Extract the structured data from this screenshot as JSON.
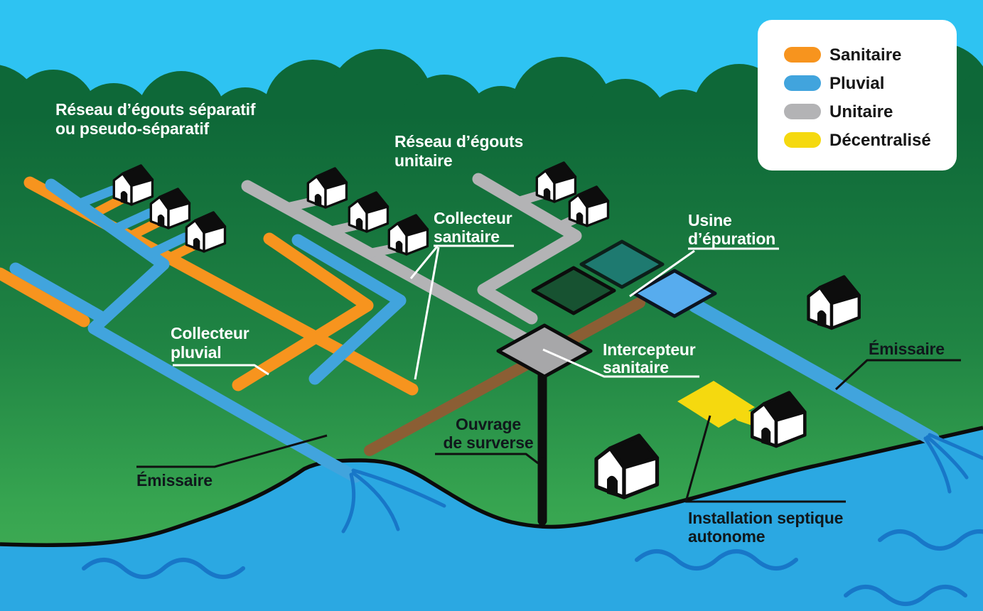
{
  "legend": {
    "items": [
      {
        "label": "Sanitaire",
        "color": "#F7941E"
      },
      {
        "label": "Pluvial",
        "color": "#41A4DD"
      },
      {
        "label": "Unitaire",
        "color": "#B3B3B5"
      },
      {
        "label": "Décentralisé",
        "color": "#F5D90F"
      }
    ]
  },
  "labels": {
    "reseau_separatif_l1": "Réseau d’égouts séparatif",
    "reseau_separatif_l2": "ou pseudo-séparatif",
    "reseau_unitaire_l1": "Réseau d’égouts",
    "reseau_unitaire_l2": "unitaire",
    "collecteur_sanitaire_l1": "Collecteur",
    "collecteur_sanitaire_l2": "sanitaire",
    "collecteur_pluvial_l1": "Collecteur",
    "collecteur_pluvial_l2": "pluvial",
    "usine_l1": "Usine",
    "usine_l2": "d’épuration",
    "intercepteur_l1": "Intercepteur",
    "intercepteur_l2": "sanitaire",
    "emissaire_left": "Émissaire",
    "emissaire_right": "Émissaire",
    "ouvrage_l1": "Ouvrage",
    "ouvrage_l2": "de surverse",
    "installation_l1": "Installation septique",
    "installation_l2": "autonome"
  },
  "colors": {
    "sky": "#2EC3F2",
    "trees_and_upper_land": "#0E6838",
    "lower_land": "#46B156",
    "water": "#2BA8E2",
    "wave": "#1877C8",
    "sanitaire_pipe": "#F7941E",
    "pluvial_pipe": "#41A4DD",
    "unitaire_pipe": "#B3B3B5",
    "decentralise": "#F5D90F",
    "intercepteur_pipe": "#8B5E34",
    "overflow_pipe": "#0D0D0D",
    "basin_teal": "#1E7A70",
    "basin_dark_green": "#175231",
    "basin_blue": "#57ACEE",
    "overflow_structure": "#A7A7A9",
    "legend_background": "#FFFFFF"
  }
}
